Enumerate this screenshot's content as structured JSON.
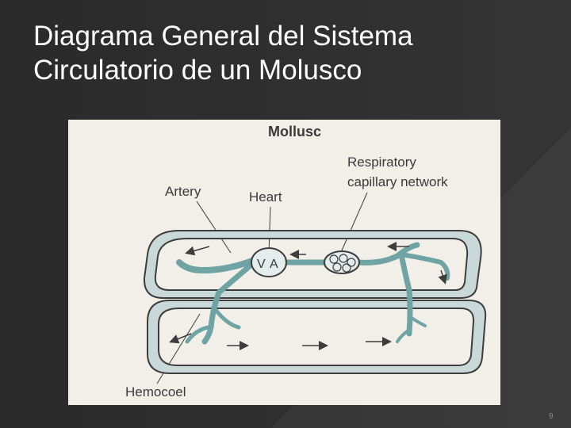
{
  "slide": {
    "title_line1": "Diagrama General del Sistema",
    "title_line2": "Circulatorio de un Molusco",
    "page_number": "9"
  },
  "figure": {
    "heading": "Mollusc",
    "labels": {
      "artery": "Artery",
      "heart": "Heart",
      "respiratory_line1": "Respiratory",
      "respiratory_line2": "capillary network",
      "hemocoel": "Hemocoel",
      "atrium_letter": "A",
      "ventricle_letter": "V"
    },
    "colors": {
      "vessel": "#6fa3a4",
      "vessel_dark": "#3f6f72",
      "outline": "#3d3d3d",
      "figure_bg": "#f1efe8"
    }
  }
}
